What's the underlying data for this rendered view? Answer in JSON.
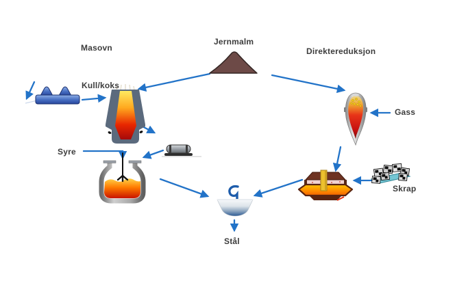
{
  "diagram_title": "Steel production routes (blast furnace vs direct reduction)",
  "labels": {
    "masovn": "Masovn",
    "jernmalm": "Jernmalm",
    "direktereduksjon": "Direktereduksjon",
    "kull_koks": "Kull/koks",
    "syre": "Syre",
    "gass": "Gass",
    "skrap": "Skrap",
    "staal": "Stål"
  },
  "colors": {
    "arrow_blue": "#2273c8",
    "label_text": "#3c3c3c",
    "ore_brown": "#6d4a47",
    "furnace_shell_slate": "#5b6a7d",
    "molten_yellow": "#ffdf45",
    "molten_red": "#b80c0c",
    "sinter_blue": "#4a72c4",
    "arc_furnace_brown": "#5a2410",
    "electrode_yellow": "#ecc12e",
    "scrap_teal": "#74c6d4",
    "ladle_blue": "#2c5a94"
  },
  "icons": [
    "sinter-machine-icon",
    "blast-furnace-icon",
    "iron-ore-pile-icon",
    "direct-reduction-vessel-icon",
    "torpedo-car-icon",
    "oxygen-converter-icon",
    "electric-arc-furnace-icon",
    "scrap-pile-icon",
    "steel-ladle-icon"
  ],
  "flows": [
    {
      "from": "raw material feed",
      "to": "sinter machine"
    },
    {
      "from": "sinter (Kull/koks)",
      "to": "masovn (blast furnace)"
    },
    {
      "from": "jernmalm",
      "to": "masovn (blast furnace)"
    },
    {
      "from": "jernmalm",
      "to": "direktereduksjon vessel"
    },
    {
      "from": "gass",
      "to": "direktereduksjon vessel"
    },
    {
      "from": "masovn",
      "to": "torpedo car"
    },
    {
      "from": "torpedo car",
      "to": "converter"
    },
    {
      "from": "syre",
      "to": "converter"
    },
    {
      "from": "converter",
      "to": "ladle"
    },
    {
      "from": "direktereduksjon vessel",
      "to": "electric arc furnace"
    },
    {
      "from": "skrap",
      "to": "electric arc furnace"
    },
    {
      "from": "electric arc furnace",
      "to": "ladle"
    },
    {
      "from": "ladle",
      "to": "stål"
    }
  ]
}
